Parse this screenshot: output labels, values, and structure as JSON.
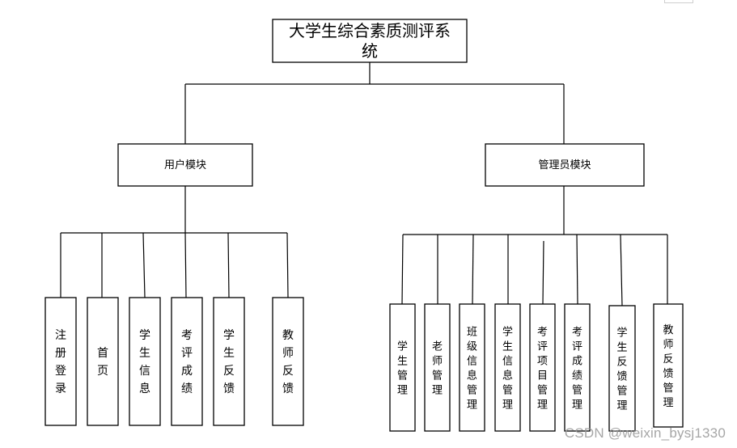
{
  "root": {
    "line1": "大学生综合素质测评系",
    "line2": "统"
  },
  "user_module": {
    "label": "用户模块",
    "items": [
      "注册登录",
      "首页",
      "学生信息",
      "考评成绩",
      "学生反馈",
      "教师反馈"
    ]
  },
  "admin_module": {
    "label": "管理员模块",
    "items": [
      "学生管理",
      "老师管理",
      "班级信息管理",
      "学生信息管理",
      "考评项目管理",
      "考评成绩管理",
      "学生反馈管理",
      "教师反馈管理"
    ]
  },
  "watermark": "CSDN @weixin_bysj1330"
}
